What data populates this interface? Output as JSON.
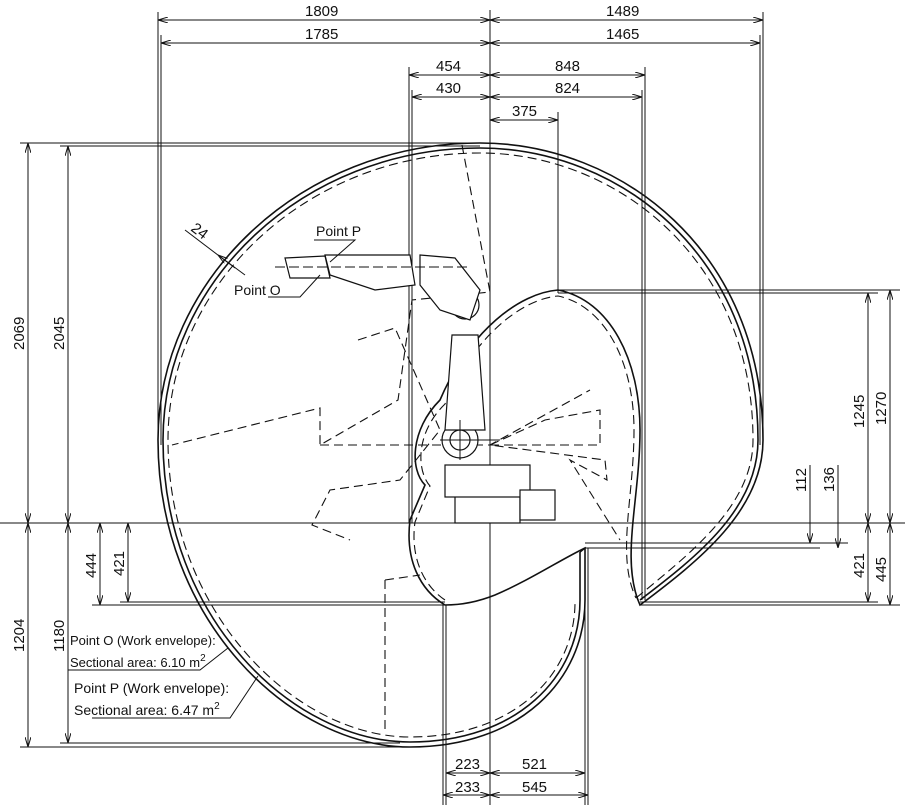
{
  "dimensions": {
    "top": [
      "1809",
      "1489",
      "1785",
      "1465",
      "454",
      "848",
      "430",
      "824",
      "375"
    ],
    "left": [
      "2069",
      "2045",
      "1204",
      "1180",
      "444",
      "421"
    ],
    "right": [
      "1270",
      "1245",
      "445",
      "421",
      "112",
      "136"
    ],
    "bottom": [
      "223",
      "521",
      "233",
      "545"
    ],
    "offset": "24"
  },
  "labels": {
    "point_p": "Point P",
    "point_o": "Point O",
    "o_envelope": "Point O (Work envelope):",
    "o_area": "Sectional area: 6.10  m",
    "p_envelope": "Point P (Work envelope):",
    "p_area": "Sectional area: 6.47 m",
    "sup": "2"
  }
}
